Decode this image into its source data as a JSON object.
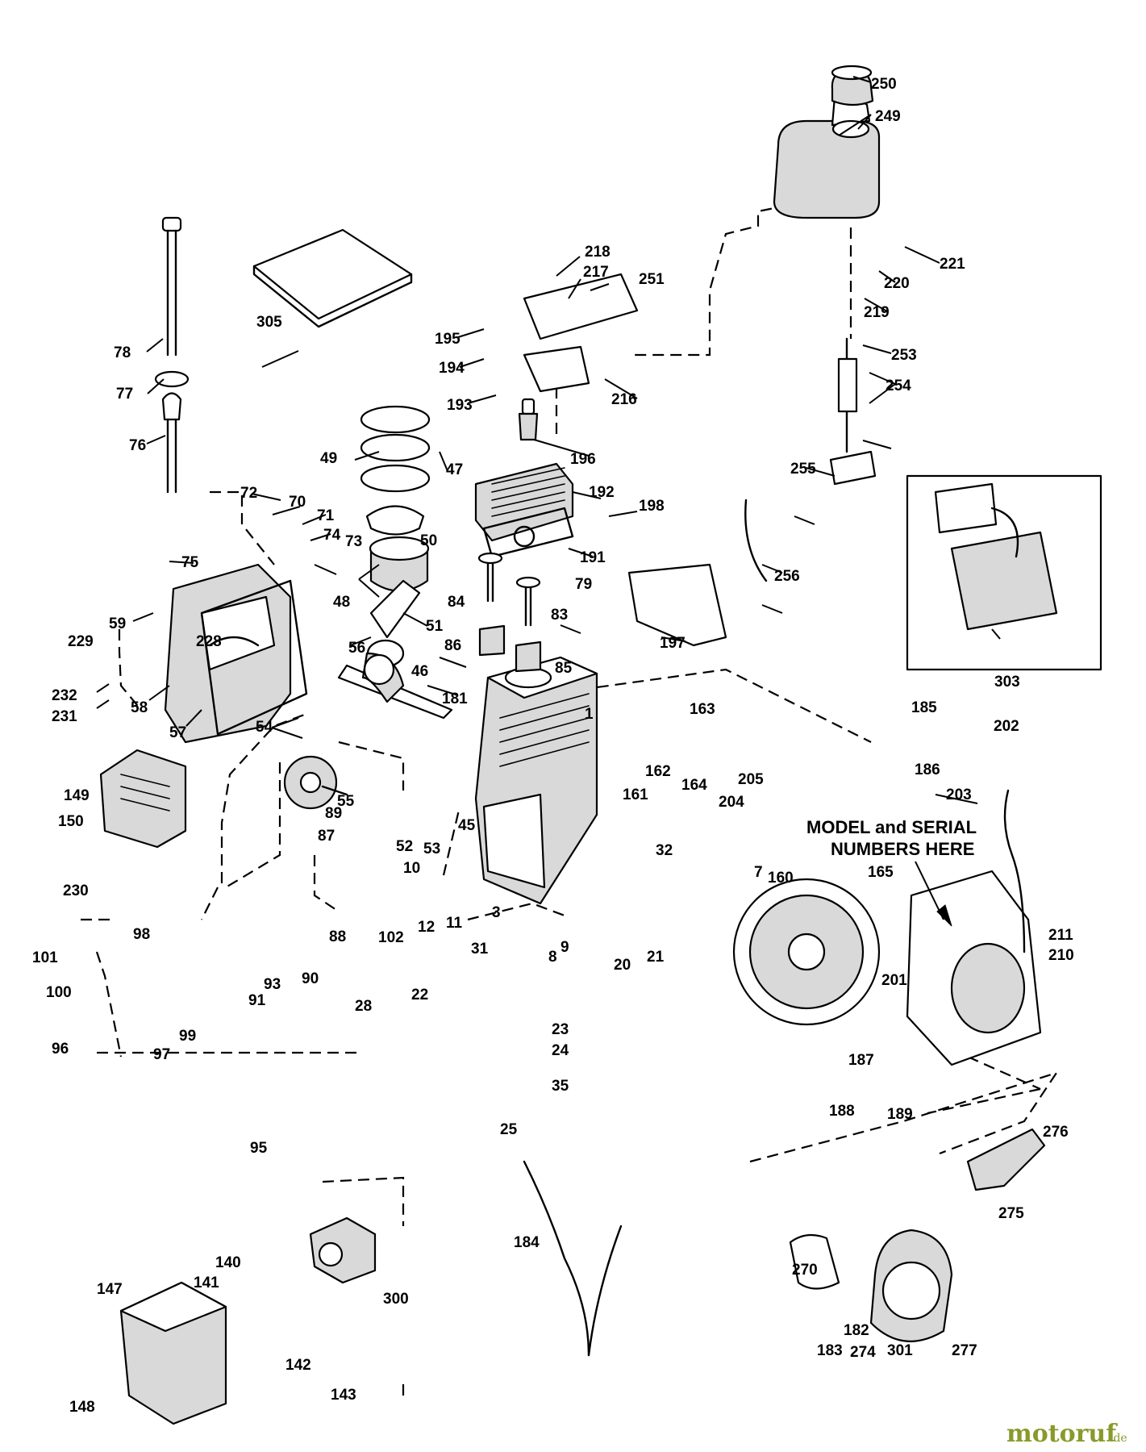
{
  "diagram": {
    "note_line_1": "MODEL and SERIAL",
    "note_line_2": "NUMBERS HERE",
    "watermark": {
      "name": "motoruf",
      "suffix": ".de",
      "color": "#8a9a2a"
    },
    "part_numbers": [
      "1",
      "3",
      "7",
      "8",
      "9",
      "10",
      "11",
      "12",
      "20",
      "21",
      "22",
      "23",
      "24",
      "25",
      "28",
      "31",
      "32",
      "35",
      "45",
      "46",
      "47",
      "48",
      "49",
      "50",
      "51",
      "52",
      "53",
      "54",
      "55",
      "56",
      "57",
      "58",
      "59",
      "70",
      "71",
      "72",
      "73",
      "74",
      "75",
      "76",
      "77",
      "78",
      "79",
      "83",
      "84",
      "85",
      "86",
      "87",
      "88",
      "89",
      "90",
      "91",
      "93",
      "95",
      "96",
      "97",
      "98",
      "99",
      "100",
      "101",
      "102",
      "140",
      "141",
      "142",
      "143",
      "147",
      "148",
      "149",
      "150",
      "160",
      "161",
      "162",
      "163",
      "164",
      "165",
      "181",
      "182",
      "183",
      "184",
      "185",
      "186",
      "187",
      "188",
      "189",
      "191",
      "192",
      "193",
      "194",
      "195",
      "196",
      "197",
      "198",
      "201",
      "202",
      "203",
      "204",
      "205",
      "210",
      "211",
      "216",
      "217",
      "218",
      "219",
      "220",
      "221",
      "228",
      "229",
      "230",
      "231",
      "232",
      "249",
      "250",
      "251",
      "253",
      "254",
      "255",
      "256",
      "270",
      "274",
      "275",
      "276",
      "277",
      "300",
      "301",
      "303",
      "305"
    ]
  }
}
